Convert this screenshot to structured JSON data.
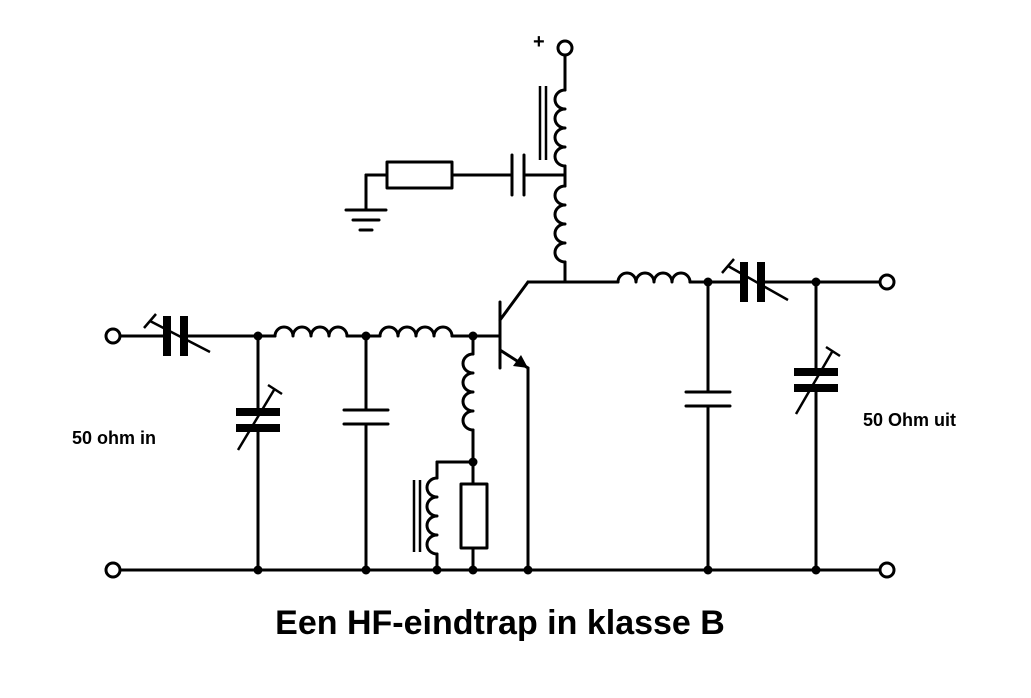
{
  "diagram": {
    "title": "Een HF-eindtrap in klasse B",
    "input_label": "50 ohm in",
    "output_label": "50 Ohm uit",
    "supply_label": "+"
  }
}
